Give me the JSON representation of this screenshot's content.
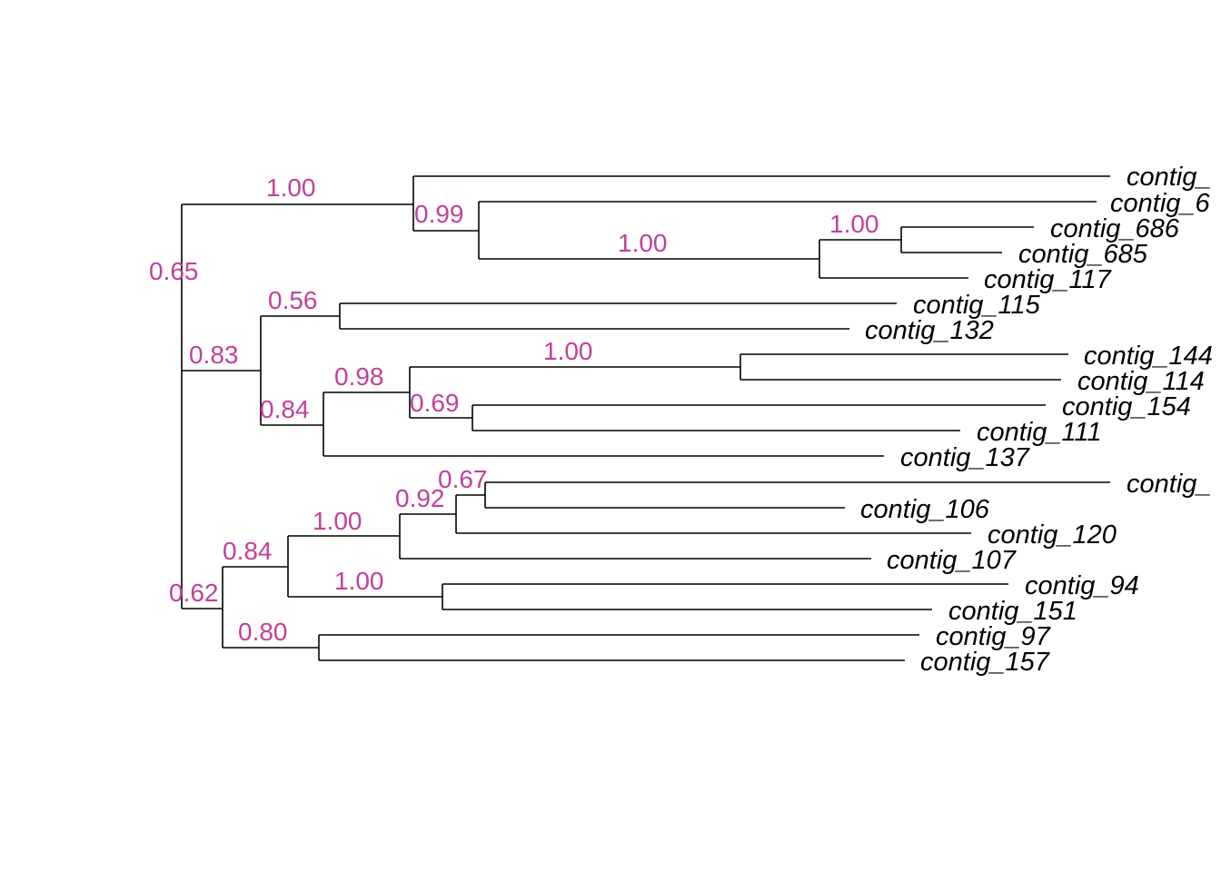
{
  "support_color": "#c2409a",
  "branch_color": "#000000",
  "tips": [
    {
      "id": "t1",
      "label": "contig_"
    },
    {
      "id": "t2",
      "label": "contig_6"
    },
    {
      "id": "t3",
      "label": "contig_686"
    },
    {
      "id": "t4",
      "label": "contig_685"
    },
    {
      "id": "t5",
      "label": "contig_117"
    },
    {
      "id": "t6",
      "label": "contig_115"
    },
    {
      "id": "t7",
      "label": "contig_132"
    },
    {
      "id": "t8",
      "label": "contig_144"
    },
    {
      "id": "t9",
      "label": "contig_114"
    },
    {
      "id": "t10",
      "label": "contig_154"
    },
    {
      "id": "t11",
      "label": "contig_111"
    },
    {
      "id": "t12",
      "label": "contig_137"
    },
    {
      "id": "t13",
      "label": "contig_"
    },
    {
      "id": "t14",
      "label": "contig_106"
    },
    {
      "id": "t15",
      "label": "contig_120"
    },
    {
      "id": "t16",
      "label": "contig_107"
    },
    {
      "id": "t17",
      "label": "contig_94"
    },
    {
      "id": "t18",
      "label": "contig_151"
    },
    {
      "id": "t19",
      "label": "contig_97"
    },
    {
      "id": "t20",
      "label": "contig_157"
    }
  ],
  "support_values": [
    {
      "id": "s1",
      "value": "1.00"
    },
    {
      "id": "s2",
      "value": "0.99"
    },
    {
      "id": "s3",
      "value": "1.00"
    },
    {
      "id": "s4",
      "value": "1.00"
    },
    {
      "id": "s5",
      "value": "0.65"
    },
    {
      "id": "s6",
      "value": "0.56"
    },
    {
      "id": "s7",
      "value": "0.83"
    },
    {
      "id": "s8",
      "value": "1.00"
    },
    {
      "id": "s9",
      "value": "0.98"
    },
    {
      "id": "s10",
      "value": "0.69"
    },
    {
      "id": "s11",
      "value": "0.84"
    },
    {
      "id": "s12",
      "value": "0.67"
    },
    {
      "id": "s13",
      "value": "0.92"
    },
    {
      "id": "s14",
      "value": "1.00"
    },
    {
      "id": "s15",
      "value": "0.84"
    },
    {
      "id": "s16",
      "value": "1.00"
    },
    {
      "id": "s17",
      "value": "0.62"
    },
    {
      "id": "s18",
      "value": "0.80"
    }
  ]
}
